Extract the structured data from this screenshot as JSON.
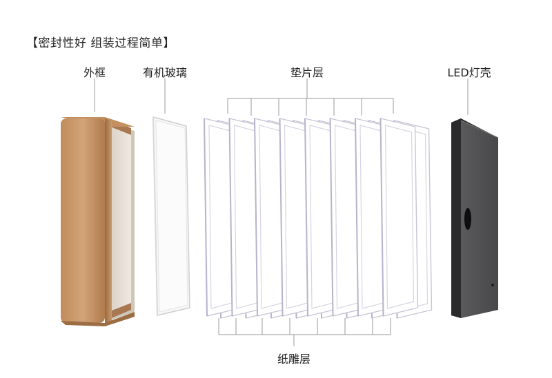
{
  "heading": "【密封性好 组装过程简单】",
  "labels": {
    "outer_frame": "外框",
    "acrylic_glass": "有机玻璃",
    "spacer_layer": "垫片层",
    "led_shell": "LED灯壳",
    "paper_carving_layer": "纸雕层"
  },
  "colors": {
    "frame_gold": "#b8865a",
    "led_shell_dark": "#3a3a3c",
    "leader_line": "#9a9a9a"
  },
  "spacer_frame_count": 8,
  "paper_layer_count": 8
}
